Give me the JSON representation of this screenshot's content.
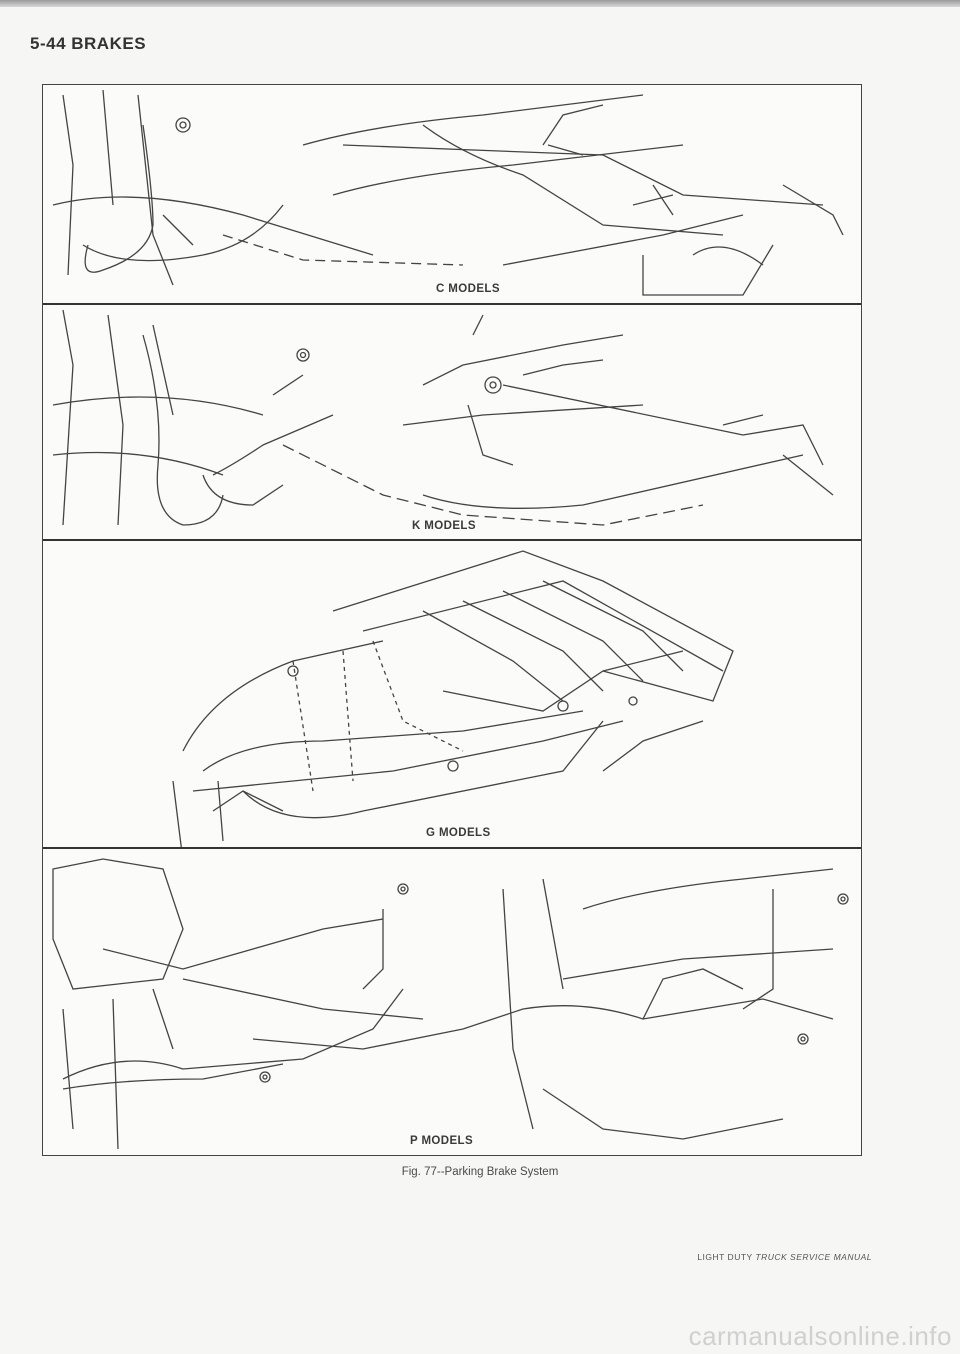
{
  "header": {
    "title": "5-44 BRAKES"
  },
  "panels": [
    {
      "label": "C MODELS"
    },
    {
      "label": "K MODELS"
    },
    {
      "label": "G MODELS"
    },
    {
      "label": "P MODELS"
    }
  ],
  "caption": "Fig. 77--Parking Brake System",
  "footer": {
    "prefix": "LIGHT DUTY ",
    "italic": "TRUCK SERVICE MANUAL"
  },
  "watermark": "carmanualsonline.info",
  "colors": {
    "ink": "#333333",
    "paper": "#fbfbfa"
  }
}
